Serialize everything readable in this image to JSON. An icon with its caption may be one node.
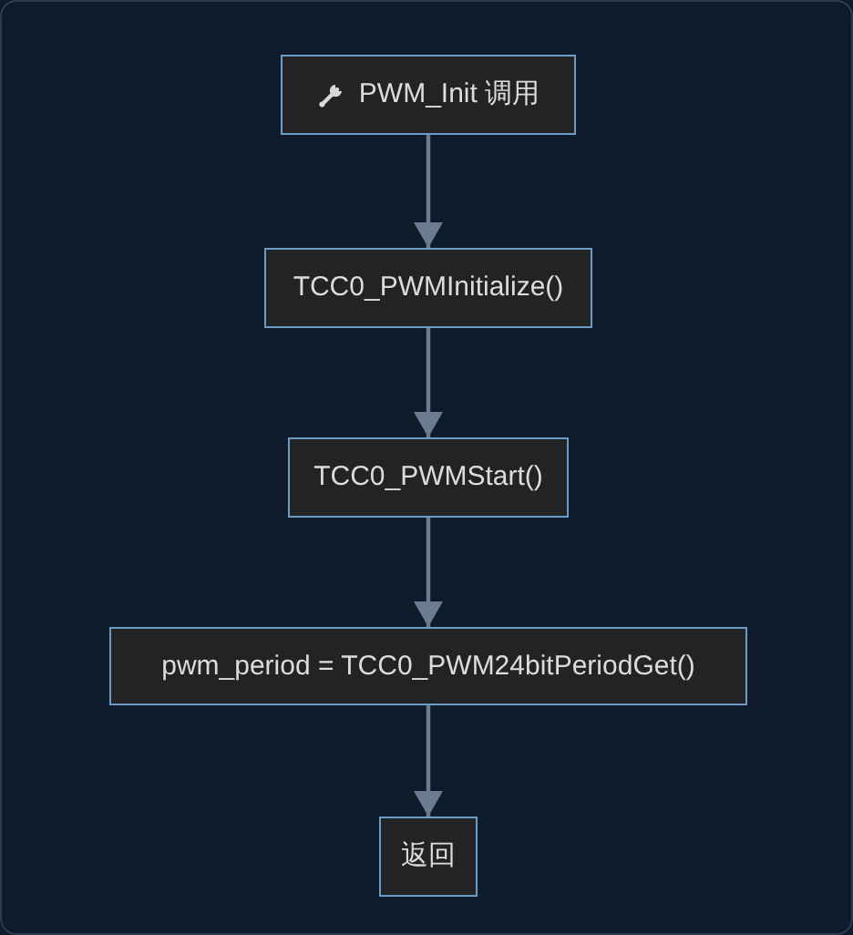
{
  "diagram": {
    "nodes": [
      {
        "text": [
          "PWM_Init 调用"
        ]
      },
      {
        "text": [
          "TCC0_PWMInitialize()"
        ]
      },
      {
        "text": [
          "TCC0_PWMStart()"
        ]
      },
      {
        "text": [
          "pwm_period = TCC0_PWM24bitPeriodGet()"
        ]
      },
      {
        "text": [
          "返回"
        ]
      }
    ],
    "edges": [
      {
        "from": 0,
        "to": 1,
        "arrow": "to"
      },
      {
        "from": 1,
        "to": 2,
        "arrow": "to"
      },
      {
        "from": 2,
        "to": 3,
        "arrow": "to"
      },
      {
        "from": 3,
        "to": 4,
        "arrow": "to"
      }
    ]
  }
}
